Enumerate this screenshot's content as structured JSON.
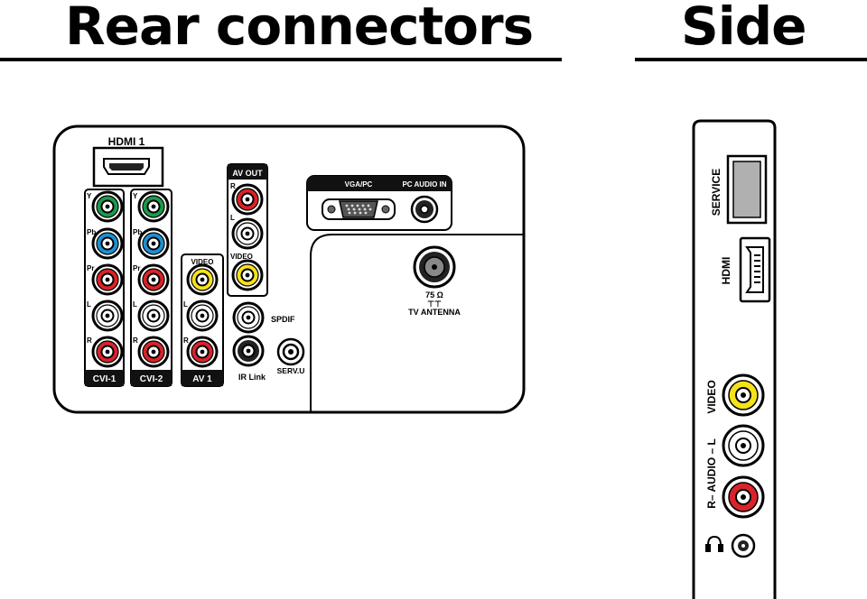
{
  "headings": {
    "rear": "Rear connectors",
    "side": "Side"
  },
  "colors": {
    "green": "#1a9a4a",
    "blue": "#1f8fd0",
    "red": "#d8232a",
    "white": "#ffffff",
    "yellow": "#f6e21a",
    "dark": "#1a1a1a",
    "grey": "#cfcfcf",
    "service_slot": "#b0b0b0"
  },
  "rear": {
    "hdmi1": "HDMI 1",
    "cvi1": {
      "pins": [
        "Y",
        "Pb",
        "Pr",
        "L",
        "R"
      ],
      "label": "CVI-1"
    },
    "cvi2": {
      "pins": [
        "Y",
        "Pb",
        "Pr",
        "L",
        "R"
      ],
      "label": "CVI-2"
    },
    "av1": {
      "top": "VIDEO",
      "pins": [
        "L",
        "R"
      ],
      "label": "AV 1"
    },
    "avout": {
      "title": "AV OUT",
      "pins": [
        "R",
        "L",
        "VIDEO"
      ]
    },
    "vga": "VGA/PC",
    "pc_audio": "PC AUDIO IN",
    "spdif": "SPDIF",
    "irlink": "IR Link",
    "servu": "SERV.U",
    "ohm": "75 Ω",
    "antenna_symbol": "⊤⊤",
    "antenna": "TV ANTENNA"
  },
  "side": {
    "service": "SERVICE",
    "hdmi": "HDMI",
    "video": "VIDEO",
    "audio": "R– AUDIO – L",
    "headphone_icon": "headphone-icon"
  }
}
